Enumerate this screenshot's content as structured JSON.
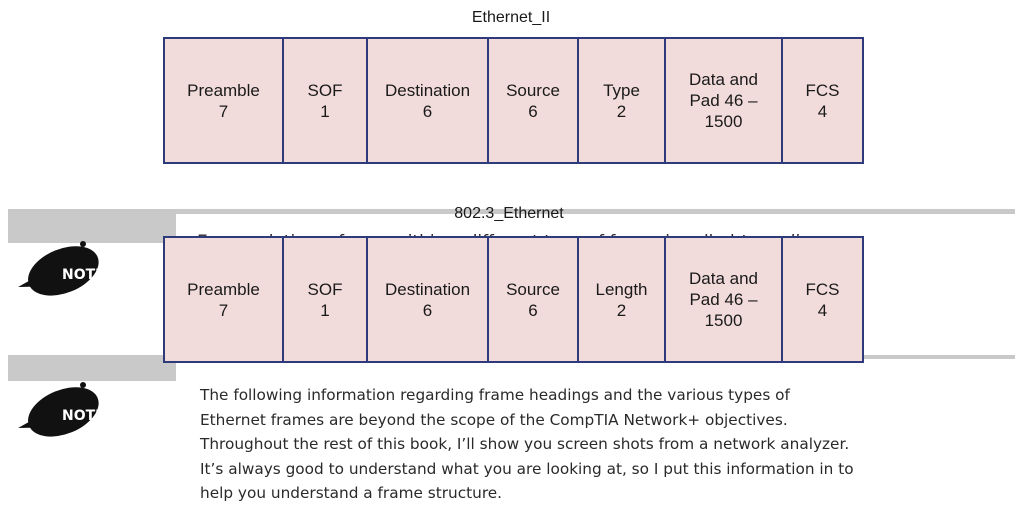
{
  "frames": [
    {
      "title": "Ethernet_II",
      "fields": [
        {
          "name": "Preamble",
          "size": "7"
        },
        {
          "name": "SOF",
          "size": "1"
        },
        {
          "name": "Destination",
          "size": "6"
        },
        {
          "name": "Source",
          "size": "6"
        },
        {
          "name": "Type",
          "size": "2"
        },
        {
          "name": "Data and",
          "name2": "Pad 46 –",
          "size": "1500"
        },
        {
          "name": "FCS",
          "size": "4"
        }
      ]
    },
    {
      "title": "802.3_Ethernet",
      "fields": [
        {
          "name": "Preamble",
          "size": "7"
        },
        {
          "name": "SOF",
          "size": "1"
        },
        {
          "name": "Destination",
          "size": "6"
        },
        {
          "name": "Source",
          "size": "6"
        },
        {
          "name": "Length",
          "size": "2"
        },
        {
          "name": "Data and",
          "name2": "Pad 46 –",
          "size": "1500"
        },
        {
          "name": "FCS",
          "size": "4"
        }
      ]
    }
  ],
  "notes": [
    {
      "label": "NOTE",
      "text_before": "Encapsulating a frame within a different type of frame is called ",
      "text_italic": "tunneling",
      "text_after": "."
    },
    {
      "label": "NOTE",
      "lines": [
        "The following information regarding frame headings and the various types of",
        "Ethernet frames are beyond the scope of the CompTIA Network+ objectives.",
        "Throughout the rest of this book, I’ll show you screen shots from a network analyzer.",
        "It’s always good to understand what you are looking at, so I put this information in to",
        "help you understand a frame structure."
      ]
    }
  ],
  "colors": {
    "frame_fill": "#f2dcdb",
    "frame_border": "#2e3a7a",
    "note_bar": "#c9c9c9"
  }
}
